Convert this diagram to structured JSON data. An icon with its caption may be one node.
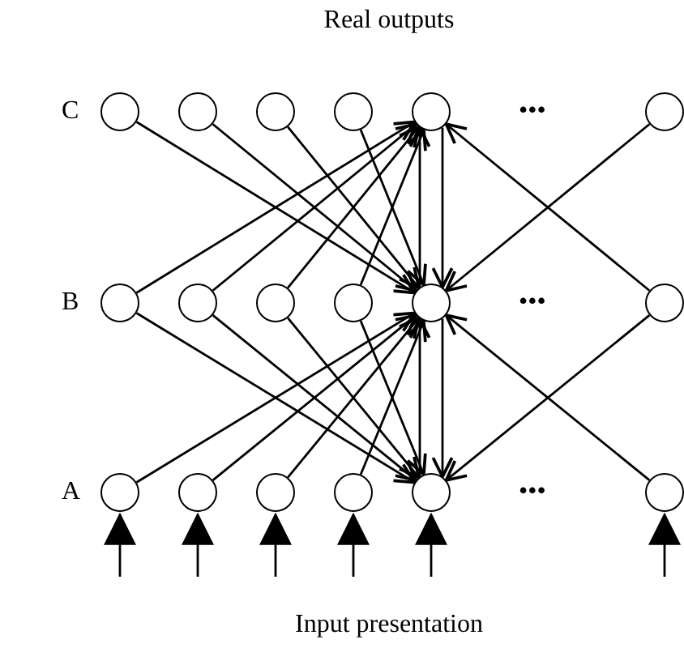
{
  "diagram": {
    "title": "Real outputs",
    "nodes": [
      {
        "text": [],
        "shape": "circle"
      },
      {
        "text": [],
        "shape": "circle"
      },
      {
        "text": [],
        "shape": "circle"
      },
      {
        "text": [],
        "shape": "circle"
      },
      {
        "text": [],
        "shape": "circle"
      },
      {
        "text": [],
        "shape": "circle"
      },
      {
        "text": [],
        "shape": "circle"
      },
      {
        "text": [],
        "shape": "circle"
      },
      {
        "text": [],
        "shape": "circle"
      },
      {
        "text": [],
        "shape": "circle"
      },
      {
        "text": [],
        "shape": "circle"
      },
      {
        "text": [],
        "shape": "circle"
      },
      {
        "text": [],
        "shape": "circle"
      },
      {
        "text": [],
        "shape": "circle"
      },
      {
        "text": [],
        "shape": "circle"
      },
      {
        "text": [],
        "shape": "circle"
      },
      {
        "text": [],
        "shape": "circle"
      },
      {
        "text": [],
        "shape": "circle"
      }
    ],
    "edges": [
      {
        "from": 0,
        "to": 10,
        "arrow": "to"
      },
      {
        "from": 1,
        "to": 10,
        "arrow": "to"
      },
      {
        "from": 2,
        "to": 10,
        "arrow": "to"
      },
      {
        "from": 3,
        "to": 10,
        "arrow": "to"
      },
      {
        "from": 4,
        "to": 10,
        "arrow": "to"
      },
      {
        "from": 5,
        "to": 10,
        "arrow": "to"
      },
      {
        "from": 6,
        "to": 4,
        "arrow": "to"
      },
      {
        "from": 7,
        "to": 4,
        "arrow": "to"
      },
      {
        "from": 8,
        "to": 4,
        "arrow": "to"
      },
      {
        "from": 9,
        "to": 4,
        "arrow": "to"
      },
      {
        "from": 10,
        "to": 4,
        "arrow": "to"
      },
      {
        "from": 11,
        "to": 4,
        "arrow": "to"
      },
      {
        "from": 6,
        "to": 16,
        "arrow": "to"
      },
      {
        "from": 7,
        "to": 16,
        "arrow": "to"
      },
      {
        "from": 8,
        "to": 16,
        "arrow": "to"
      },
      {
        "from": 9,
        "to": 16,
        "arrow": "to"
      },
      {
        "from": 10,
        "to": 16,
        "arrow": "to"
      },
      {
        "from": 11,
        "to": 16,
        "arrow": "to"
      },
      {
        "from": 12,
        "to": 10,
        "arrow": "to"
      },
      {
        "from": 13,
        "to": 10,
        "arrow": "to"
      },
      {
        "from": 14,
        "to": 10,
        "arrow": "to"
      },
      {
        "from": 15,
        "to": 10,
        "arrow": "to"
      },
      {
        "from": 16,
        "to": 10,
        "arrow": "to"
      },
      {
        "from": 17,
        "to": 10,
        "arrow": "to"
      },
      {
        "from": null,
        "to": 12,
        "arrow": "to"
      },
      {
        "from": null,
        "to": 13,
        "arrow": "to"
      },
      {
        "from": null,
        "to": 14,
        "arrow": "to"
      },
      {
        "from": null,
        "to": 15,
        "arrow": "to"
      },
      {
        "from": null,
        "to": 16,
        "arrow": "to"
      },
      {
        "from": null,
        "to": 17,
        "arrow": "to"
      }
    ],
    "labels": [
      "C",
      "•••",
      "B",
      "•••",
      "A",
      "•••",
      "Input presentation"
    ]
  }
}
